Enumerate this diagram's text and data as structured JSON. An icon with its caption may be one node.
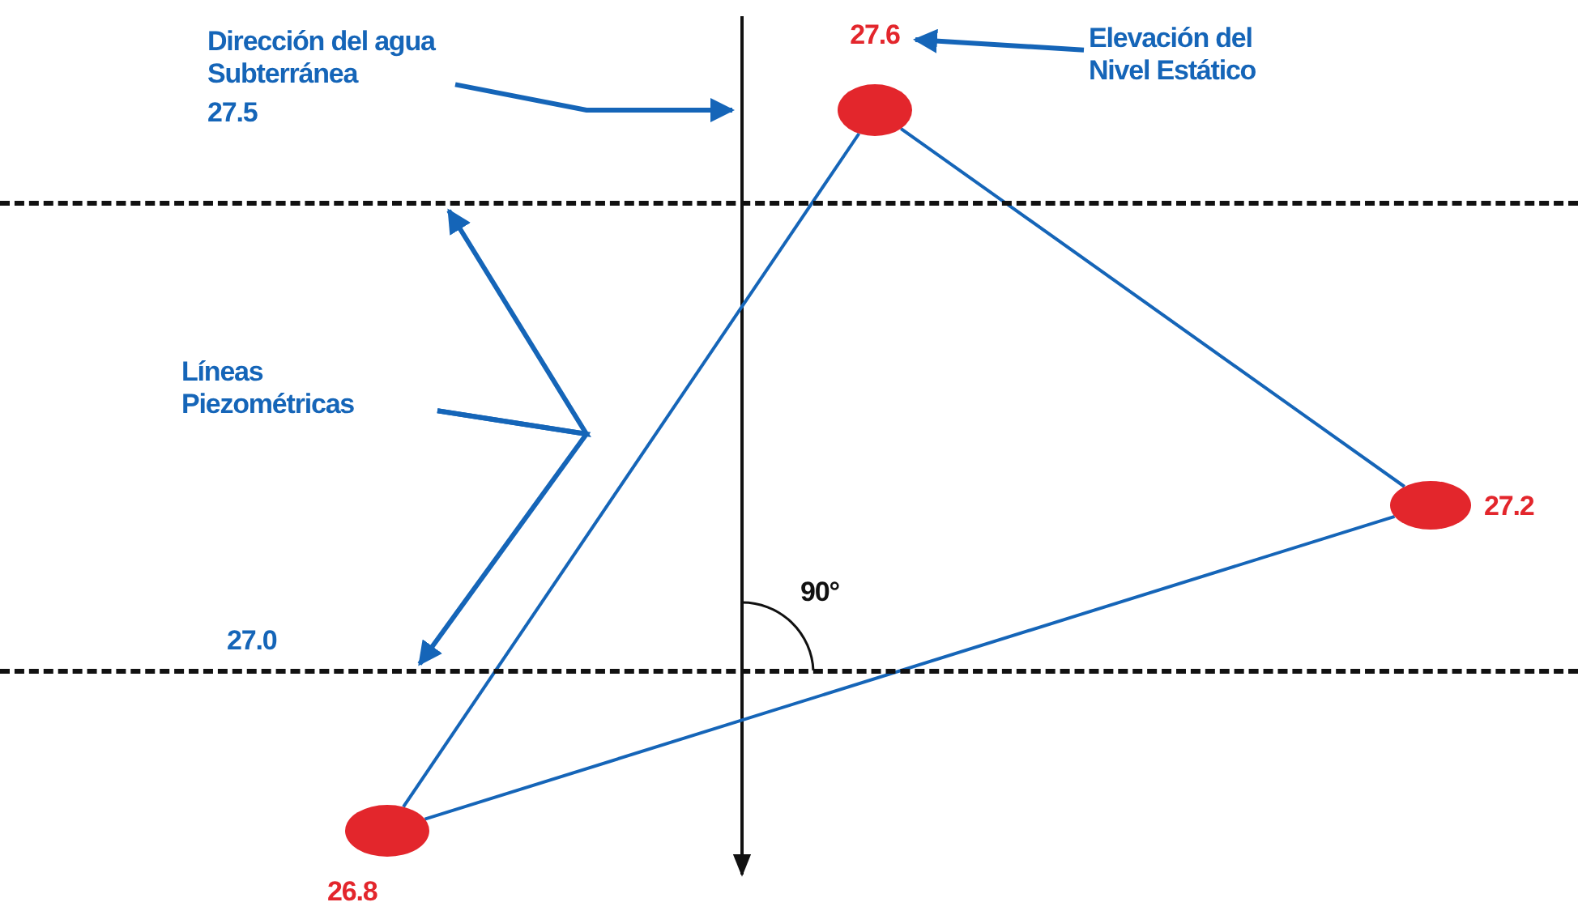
{
  "diagram": {
    "nodes": [
      {
        "text": [
          "27.6"
        ]
      },
      {
        "text": [],
        "shape": "circle"
      },
      {
        "text": [],
        "shape": "circle",
        "beside": [
          "27.2"
        ]
      },
      {
        "text": [],
        "shape": "circle",
        "beside": [
          "26.8"
        ]
      },
      {
        "text": [
          "Elevación del Nivel Estático"
        ]
      },
      {
        "text": [
          "Dirección del agua Subterránea"
        ]
      },
      {
        "text": [
          "Líneas Piezométricas"
        ]
      },
      {
        "text": [],
        "shape": "line"
      },
      {
        "text": [],
        "shape": "line",
        "beside": [
          "27.0"
        ]
      }
    ],
    "edges": [
      {
        "from": 4,
        "to": 0,
        "arrow": "to"
      },
      {
        "from": 5,
        "to": null,
        "arrow": "to"
      },
      {
        "from": 6,
        "to": 7,
        "arrow": "to"
      },
      {
        "from": 6,
        "to": 8,
        "arrow": "to"
      },
      {
        "from": 1,
        "to": 2,
        "arrow": "none"
      },
      {
        "from": 2,
        "to": 3,
        "arrow": "none"
      },
      {
        "from": 3,
        "to": 1,
        "arrow": "none"
      }
    ],
    "labels": [
      "27.5",
      "90°"
    ]
  }
}
